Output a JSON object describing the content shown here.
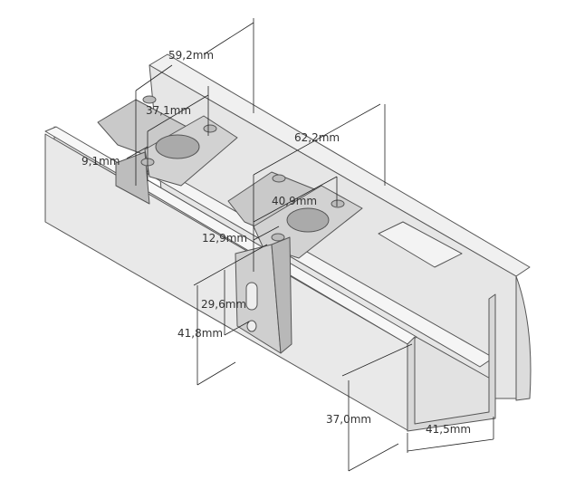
{
  "dimensions": {
    "bracket_spacing": "59,2mm",
    "hole_spacing_1": "37,1mm",
    "rail_spacing": "62,2mm",
    "edge_offset_1": "9,1mm",
    "hole_spacing_2": "40,9mm",
    "edge_offset_2": "12,9mm",
    "slot_height": "29,6mm",
    "bracket_height": "41,8mm",
    "channel_height": "37,0mm",
    "channel_width": "41,5mm"
  },
  "colors": {
    "part_light": "#ebebeb",
    "part_mid": "#d6d6d6",
    "part_dark": "#a8a8a8",
    "line": "#333333"
  }
}
